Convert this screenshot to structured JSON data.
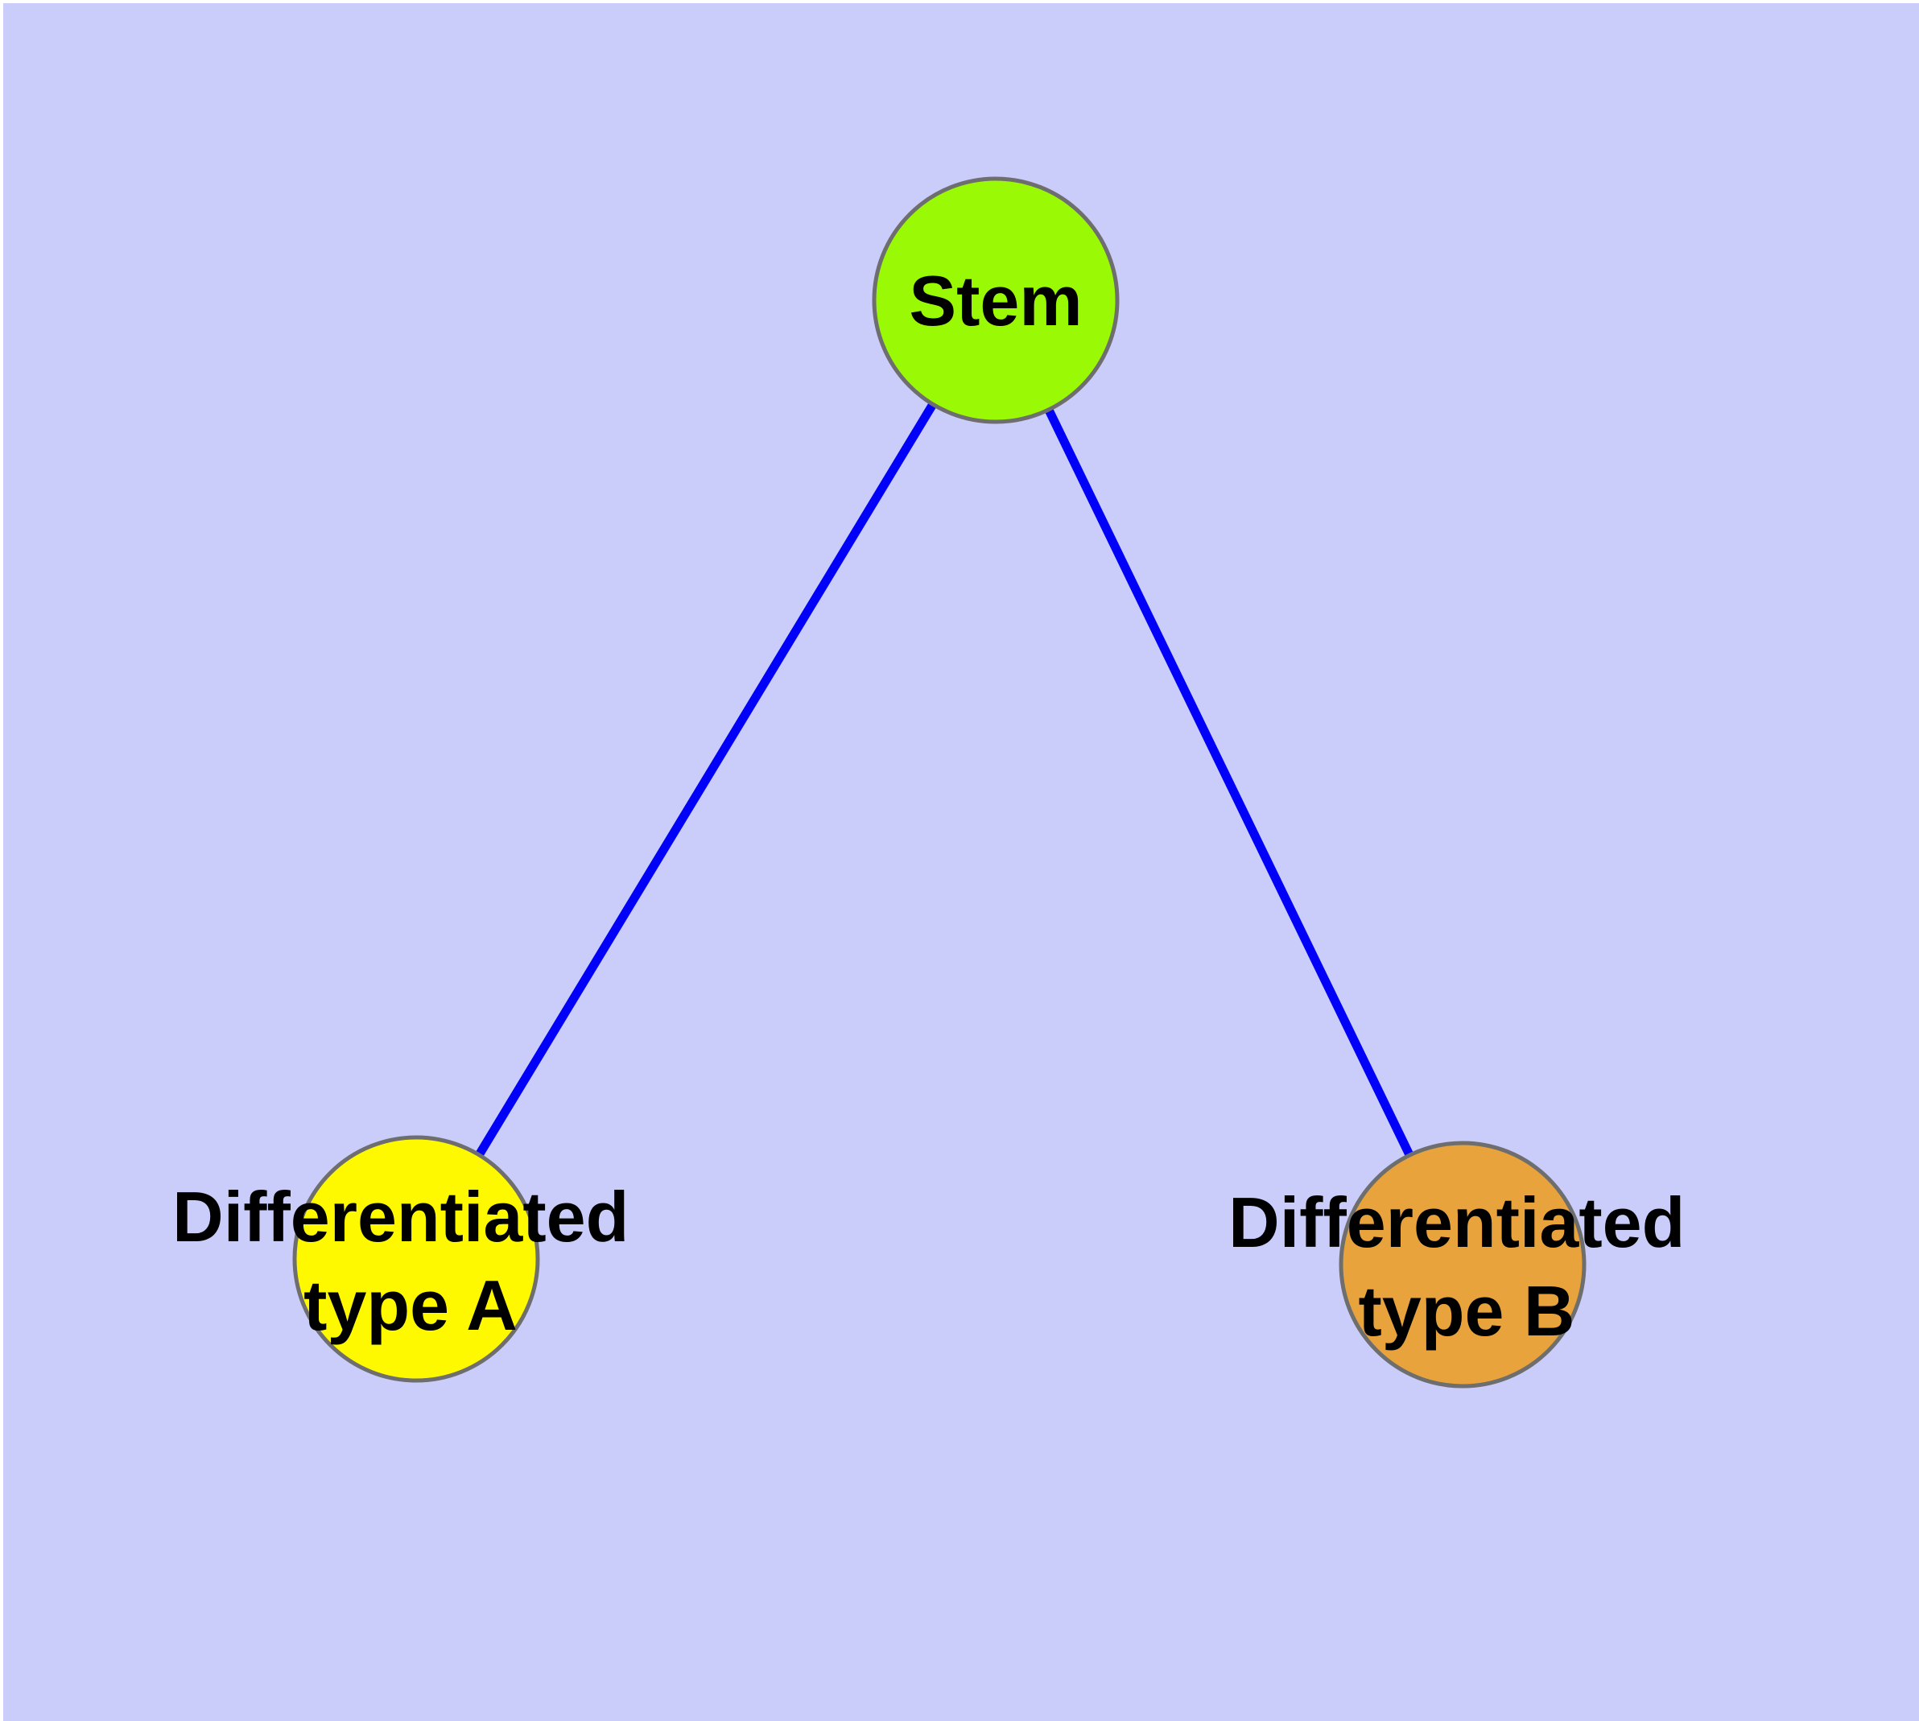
{
  "canvas": {
    "background_color": "#CACCFA",
    "margin_color": "#FFFFFF"
  },
  "diagram": {
    "type": "graph",
    "title": "",
    "nodes": [
      {
        "id": "stem",
        "label": "Stem",
        "fill": "#9AFA05"
      },
      {
        "id": "differentiated-type-a",
        "label": "Differentiated type A",
        "label_lines": [
          "Differentiated",
          "type A"
        ],
        "fill": "#FFF900"
      },
      {
        "id": "differentiated-type-b",
        "label": "Differentiated type B",
        "label_lines": [
          "Differentiated",
          "type B"
        ],
        "fill": "#E8A33C"
      }
    ],
    "edges": [
      {
        "from": "stem",
        "to": "differentiated-type-a"
      },
      {
        "from": "stem",
        "to": "differentiated-type-b"
      }
    ],
    "edge_color": "#0101FA",
    "edge_width": "11",
    "node_border_color": "#6E6E6E",
    "node_border_width": "5",
    "label_color": "#000000"
  }
}
